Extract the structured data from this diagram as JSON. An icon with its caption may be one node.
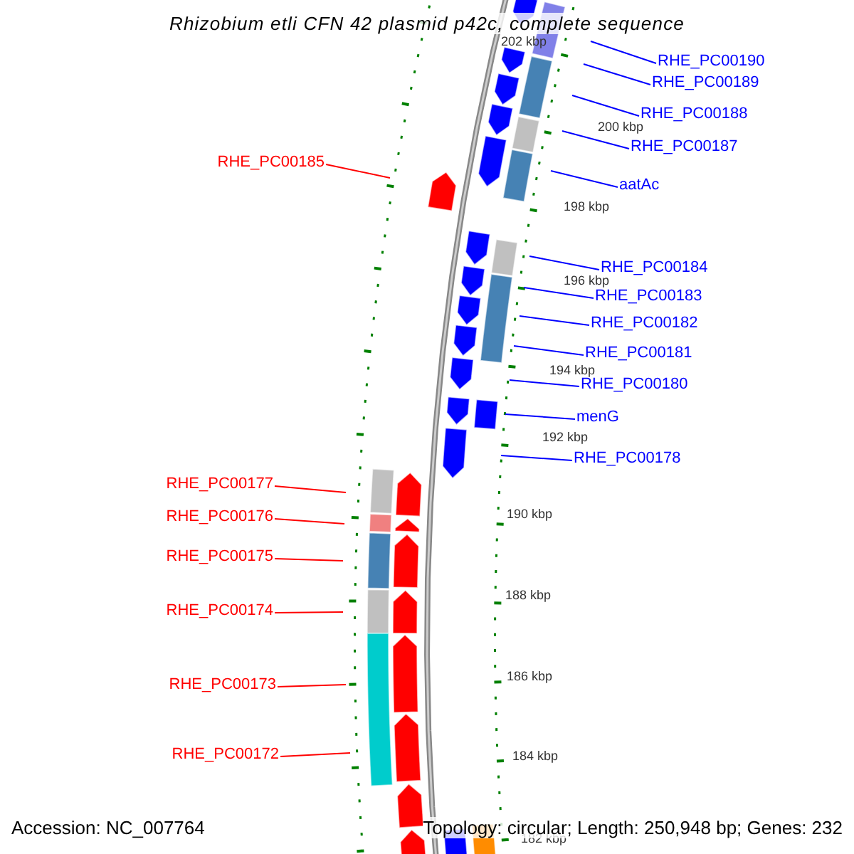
{
  "diagram": {
    "title": "Rhizobium etli CFN 42 plasmid p42c, complete sequence",
    "nodes": [
      {
        "text": [
          "RHE_PC00190"
        ]
      },
      {
        "text": [
          "RHE_PC00189"
        ]
      },
      {
        "text": [
          "RHE_PC00188"
        ]
      },
      {
        "text": [
          "RHE_PC00187"
        ]
      },
      {
        "text": [
          "RHE_PC00185"
        ]
      },
      {
        "text": [
          "aatAc"
        ]
      },
      {
        "text": [
          "RHE_PC00184"
        ]
      },
      {
        "text": [
          "RHE_PC00183"
        ]
      },
      {
        "text": [
          "RHE_PC00182"
        ]
      },
      {
        "text": [
          "RHE_PC00181"
        ]
      },
      {
        "text": [
          "RHE_PC00180"
        ]
      },
      {
        "text": [
          "menG"
        ]
      },
      {
        "text": [
          "RHE_PC00178"
        ]
      },
      {
        "text": [
          "RHE_PC00177"
        ]
      },
      {
        "text": [
          "RHE_PC00176"
        ]
      },
      {
        "text": [
          "RHE_PC00175"
        ]
      },
      {
        "text": [
          "RHE_PC00174"
        ]
      },
      {
        "text": [
          "RHE_PC00173"
        ]
      },
      {
        "text": [
          "RHE_PC00172"
        ]
      }
    ],
    "edges": [
      {
        "from": 0,
        "to": null,
        "arrow": "none"
      },
      {
        "from": 1,
        "to": null,
        "arrow": "none"
      },
      {
        "from": 2,
        "to": null,
        "arrow": "none"
      },
      {
        "from": 3,
        "to": null,
        "arrow": "none"
      },
      {
        "from": 4,
        "to": null,
        "arrow": "none",
        "color": "#ff0000"
      },
      {
        "from": 5,
        "to": null,
        "arrow": "none"
      },
      {
        "from": 6,
        "to": null,
        "arrow": "none"
      },
      {
        "from": 7,
        "to": null,
        "arrow": "none"
      },
      {
        "from": 8,
        "to": null,
        "arrow": "none"
      },
      {
        "from": 9,
        "to": null,
        "arrow": "none"
      },
      {
        "from": 10,
        "to": null,
        "arrow": "none"
      },
      {
        "from": 11,
        "to": null,
        "arrow": "none"
      },
      {
        "from": 12,
        "to": null,
        "arrow": "none"
      },
      {
        "from": 13,
        "to": null,
        "arrow": "none",
        "color": "#ff0000"
      },
      {
        "from": 14,
        "to": null,
        "arrow": "none",
        "color": "#ff0000"
      },
      {
        "from": 15,
        "to": null,
        "arrow": "none",
        "color": "#ff0000"
      },
      {
        "from": 16,
        "to": null,
        "arrow": "none",
        "color": "#ff0000"
      },
      {
        "from": 17,
        "to": null,
        "arrow": "none",
        "color": "#ff0000"
      },
      {
        "from": 18,
        "to": null,
        "arrow": "none",
        "color": "#ff0000"
      }
    ],
    "labels": [
      "202 kbp",
      "200 kbp",
      "198 kbp",
      "196 kbp",
      "194 kbp",
      "192 kbp",
      "190 kbp",
      "188 kbp",
      "186 kbp",
      "184 kbp",
      "182 kbp",
      "Accession: NC_007764",
      "Topology: circular; Length: 250,948 bp; Genes: 232"
    ]
  }
}
